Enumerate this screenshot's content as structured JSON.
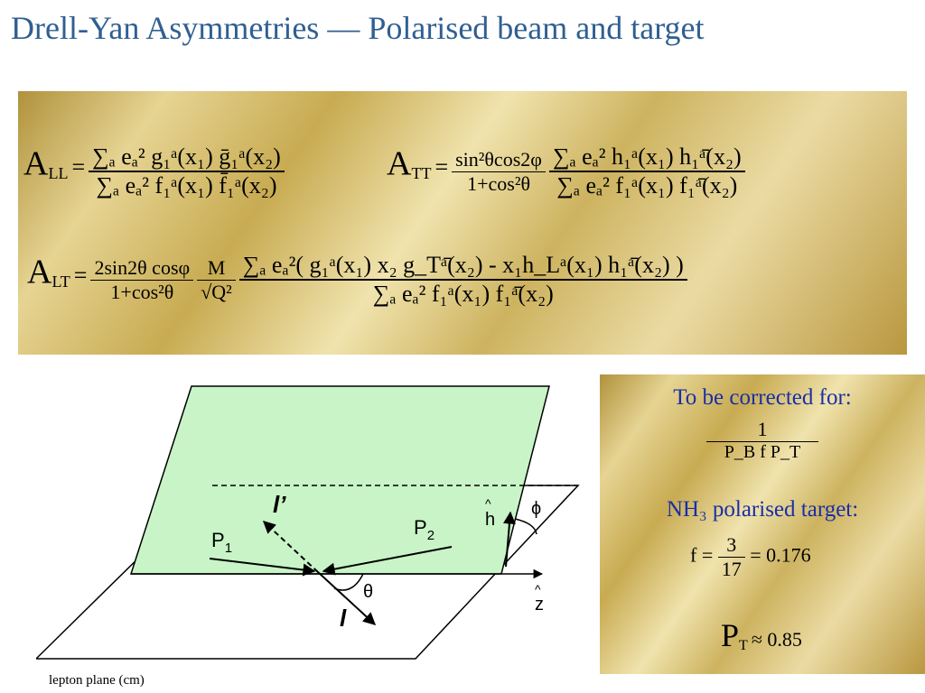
{
  "title": "Drell-Yan Asymmetries  —  Polarised beam and target",
  "formulas": {
    "all_lhs": "A",
    "all_sub": "LL",
    "all_num": "∑ₐ eₐ² g₁ᵃ(x₁) ḡ₁ᵃ(x₂)",
    "all_den": "∑ₐ eₐ² f₁ᵃ(x₁) f̄₁ᵃ(x₂)",
    "att_lhs": "A",
    "att_sub": "TT",
    "att_pre_num": "sin²θcos2φ",
    "att_pre_den": "1+cos²θ",
    "att_num": "∑ₐ eₐ² h₁ᵃ(x₁) h₁ᵃ̄(x₂)",
    "att_den": "∑ₐ eₐ² f₁ᵃ(x₁) f₁ᵃ̄(x₂)",
    "alt_lhs": "A",
    "alt_sub": "LT",
    "alt_pre_num": "2sin2θ cosφ",
    "alt_pre_den": "1+cos²θ",
    "alt_m_num": "M",
    "alt_m_den": "√Q²",
    "alt_num": "∑ₐ eₐ²( g₁ᵃ(x₁) x₂ g_Tᵃ̄(x₂) - x₁h_Lᵃ(x₁) h₁ᵃ̄(x₂) )",
    "alt_den": "∑ₐ eₐ² f₁ᵃ(x₁) f₁ᵃ̄(x₂)",
    "equals": "="
  },
  "side": {
    "corrected_label": "To be corrected for:",
    "corr_num": "1",
    "corr_den": "P_B f P_T",
    "target_label": "NH₃ polarised target:",
    "f_lhs": "f =",
    "f_num": "3",
    "f_den": "17",
    "f_rhs": "= 0.176",
    "pt_lhs": "P",
    "pt_sub": "T",
    "pt_rhs": "≈ 0.85"
  },
  "diagram": {
    "l_prime": "l’",
    "l": "l",
    "p1": "P",
    "p1_sub": "1",
    "p2": "P",
    "p2_sub": "2",
    "h": "h",
    "phi": "ϕ",
    "theta": "θ",
    "z": "z",
    "plane_label": "lepton plane (cm)"
  }
}
